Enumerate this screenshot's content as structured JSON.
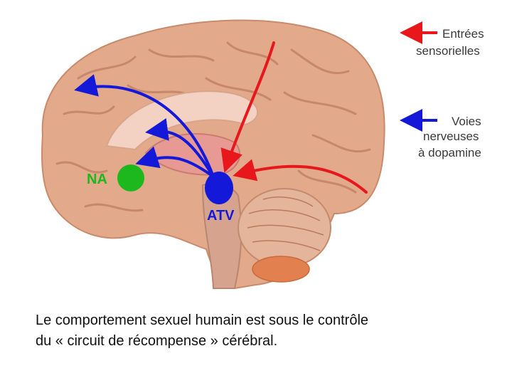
{
  "diagram": {
    "labels": {
      "nucleus_accumbens": "NA",
      "vta": "ATV"
    },
    "legend": {
      "sensory_inputs": "Entrées sensorielles",
      "dopamine_pathways_line1": "Voies",
      "dopamine_pathways_line2": "nerveuses",
      "dopamine_pathways_line3": "à dopamine",
      "sensory_line1": "Entrées",
      "sensory_line2": "sensorielles"
    },
    "colors": {
      "sensory_arrow": "#e8171c",
      "dopamine_arrow": "#1418d8",
      "nucleus_accumbens": "#1db81d",
      "brain": "#e2a98a"
    }
  },
  "caption": {
    "line1": "Le comportement sexuel humain est sous le contrôle",
    "line2": "du « circuit de récompense » cérébral."
  }
}
